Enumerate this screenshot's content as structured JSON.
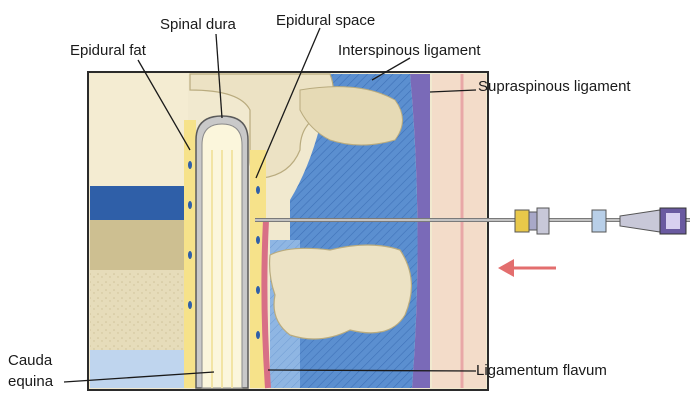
{
  "labels": {
    "spinal_dura": "Spinal dura",
    "epidural_space": "Epidural space",
    "epidural_fat": "Epidural fat",
    "interspinous_ligament": "Interspinous ligament",
    "supraspinous_ligament": "Supraspinous ligament",
    "cauda_equina_line1": "Cauda",
    "cauda_equina_line2": "equina",
    "ligamentum_flavum": "Ligamentum flavum"
  },
  "colors": {
    "bone": "#ece2c4",
    "bone_dark": "#d9cda3",
    "disc_blue": "#2f5fa8",
    "ligament_blue": "#5b8fd0",
    "ligament_light": "#9fc2ea",
    "fat_yellow": "#f6e28a",
    "canal_cream": "#fbf6dc",
    "supraspinous_purple": "#7a6ab8",
    "skin": "#f3dcc9",
    "arrow_red": "#e36e6e",
    "flavum_pink": "#e08c9a"
  },
  "icons": {
    "direction_arrow": "arrow-left-icon",
    "needle": "epidural-needle-icon"
  }
}
